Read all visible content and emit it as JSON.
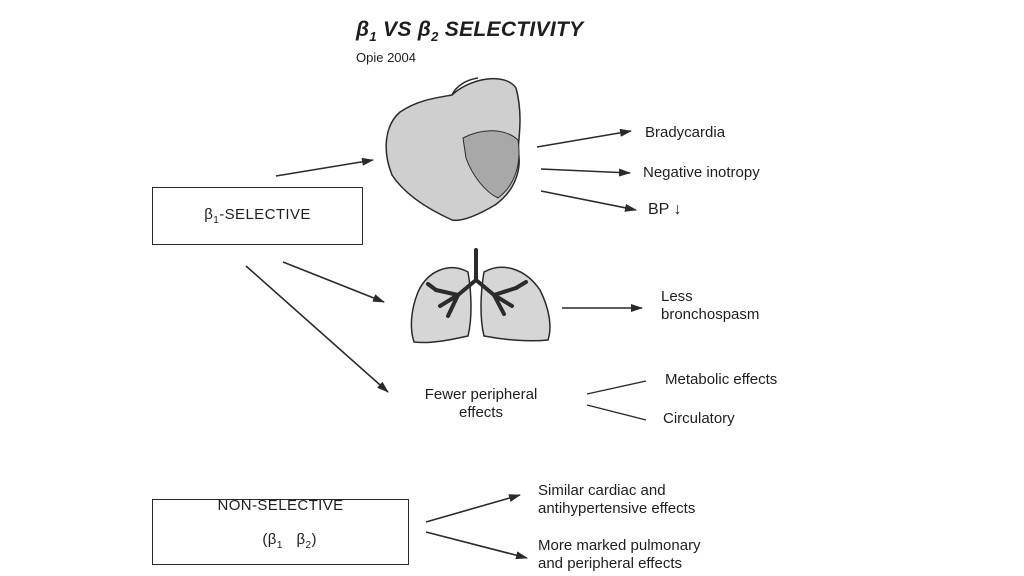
{
  "title": {
    "beta": "β",
    "sub1": "1",
    "vs": " VS ",
    "sub2": "2",
    "rest": " SELECTIVITY"
  },
  "subtitle": "Opie 2004",
  "selective_box": {
    "beta": "β",
    "sub": "1",
    "rest": "-SELECTIVE"
  },
  "nonselective_box": {
    "line1": "NON-SELECTIVE",
    "line2": "(β",
    "sub1": "1",
    "mid": "   β",
    "sub2": "2",
    "end": ")"
  },
  "heart_effects": [
    "Bradycardia",
    "Negative inotropy",
    "BP ↓"
  ],
  "lung_effect": [
    "Less",
    "bronchospasm"
  ],
  "peripheral": {
    "label_line1": "Fewer peripheral",
    "label_line2": "effects",
    "branches": [
      "Metabolic effects",
      "Circulatory"
    ]
  },
  "nonselective_effects": [
    [
      "Similar cardiac and",
      "antihypertensive effects"
    ],
    [
      "More marked pulmonary",
      "and peripheral effects"
    ]
  ],
  "colors": {
    "heart_fill": "#cfcfcf",
    "heart_shade": "#a8a8a8",
    "lung_fill": "#d6d6d6",
    "bronchi": "#2b2b2b",
    "line": "#2a2a2a"
  }
}
